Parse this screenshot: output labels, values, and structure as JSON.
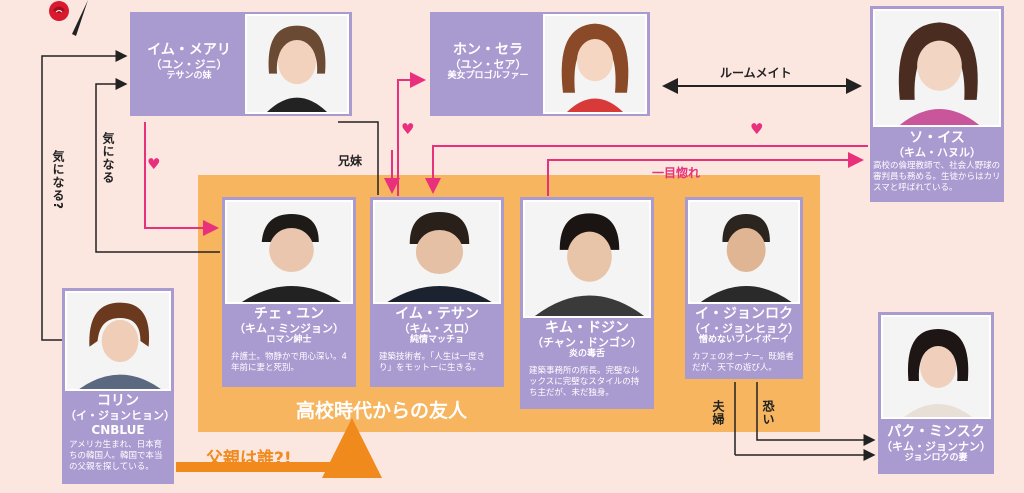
{
  "characters": {
    "mari": {
      "name": "イム・メアリ",
      "actor": "（ユン・ジニ）",
      "role": "テサンの妹"
    },
    "sera": {
      "name": "ホン・セラ",
      "actor": "（ユン・セア）",
      "role": "美女プロゴルファー"
    },
    "soisu": {
      "name": "ソ・イス",
      "actor": "（キム・ハヌル）",
      "desc": "高校の倫理教師で、社会人野球の審判員も務める。生徒からはカリスマと呼ばれている。"
    },
    "chae": {
      "name": "チェ・ユン",
      "actor": "（キム・ミンジョン）",
      "role": "ロマン紳士",
      "desc": "弁護士。物静かで用心深い。4年前に妻と死別。"
    },
    "tesan": {
      "name": "イム・テサン",
      "actor": "（キム・スロ）",
      "role": "純情マッチョ",
      "desc": "建築技術者。「人生は一度きり」をモットーに生きる。"
    },
    "dojin": {
      "name": "キム・ドジン",
      "actor": "（チャン・ドンゴン）",
      "role": "炎の毒舌",
      "desc": "建築事務所の所長。完璧なルックスに完璧なスタイルの持ち主だが、未だ独身。"
    },
    "jongrok": {
      "name": "イ・ジョンロク",
      "actor": "（イ・ジョンヒョク）",
      "role": "憎めないプレイボーイ",
      "desc": "カフェのオーナー。既婚者だが、天下の遊び人。"
    },
    "colin": {
      "name": "コリン",
      "actor": "（イ・ジョンヒョン）",
      "role": "CNBLUE",
      "desc": "アメリカ生まれ、日本育ちの韓国人。韓国で本当の父親を探している。"
    },
    "minsuk": {
      "name": "パク・ミンスク",
      "actor": "（キム・ジョンナン）",
      "role": "ジョンロクの妻"
    }
  },
  "labels": {
    "roommate": "ルームメイト",
    "siblings": "兄妹",
    "love_at_first_sight": "一目惚れ",
    "curious": "気になる",
    "curious_q": "気になる?",
    "friends": "高校時代からの友人",
    "who_father": "父親は誰?!",
    "couple": "夫婦",
    "scary": "恐い"
  },
  "colors": {
    "background": "#fbe6e0",
    "card": "#a99ad0",
    "group": "#f6b55e",
    "arrow_pink": "#e8307c",
    "arrow_orange": "#f08a1c"
  }
}
